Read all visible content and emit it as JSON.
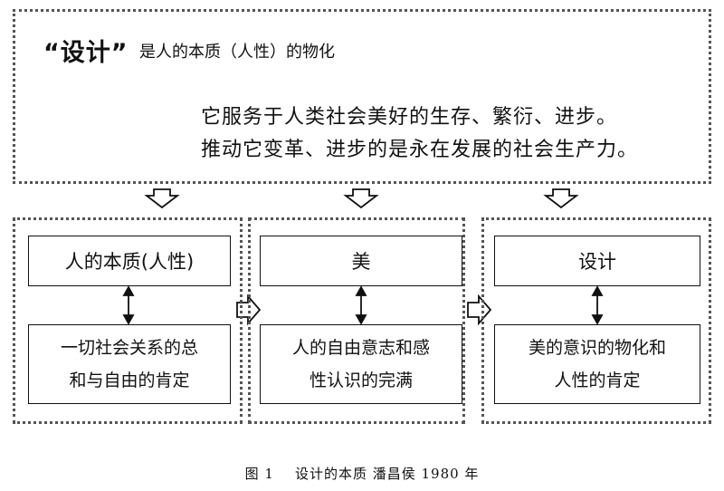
{
  "header": {
    "quoted_term": "“设计”",
    "definition": "是人的本质（人性）的物化",
    "line1": "它服务于人类社会美好的生存、繁衍、进步。",
    "line2": "推动它变革、进步的是永在发展的社会生产力。"
  },
  "columns": [
    {
      "top": "人的本质(人性)",
      "bottom_line1": "一切社会关系的总",
      "bottom_line2": "和与自由的肯定"
    },
    {
      "top": "美",
      "bottom_line1": "人的自由意志和感",
      "bottom_line2": "性认识的完满"
    },
    {
      "top": "设计",
      "bottom_line1": "美的意识的物化和",
      "bottom_line2": "人性的肯定"
    }
  ],
  "caption": "图 1    设计的本质 潘昌侯 1980 年"
}
